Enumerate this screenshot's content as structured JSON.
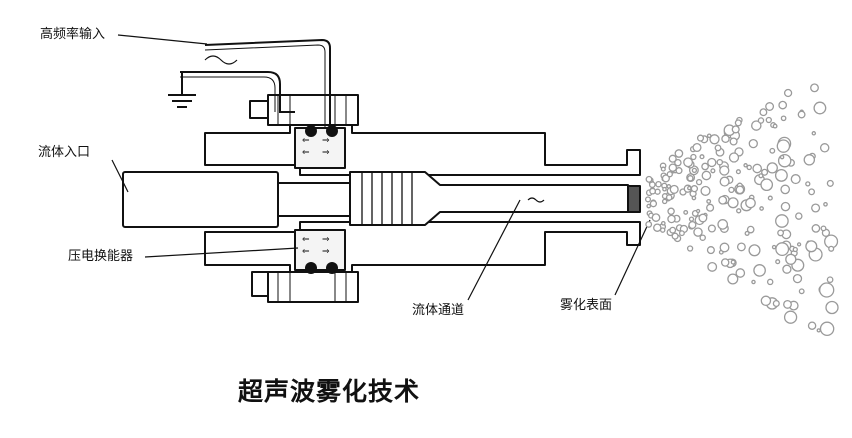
{
  "labels": {
    "hf_input": "高频率输入",
    "fluid_inlet": "流体入口",
    "transducer": "压电换能器",
    "fluid_channel": "流体通道",
    "atomizing_surface": "雾化表面"
  },
  "title": "超声波雾化技术",
  "colors": {
    "line": "#111111",
    "fill_light": "#ffffff",
    "fill_dark": "#2a2a2a",
    "bubble": "#9a9a9a"
  }
}
